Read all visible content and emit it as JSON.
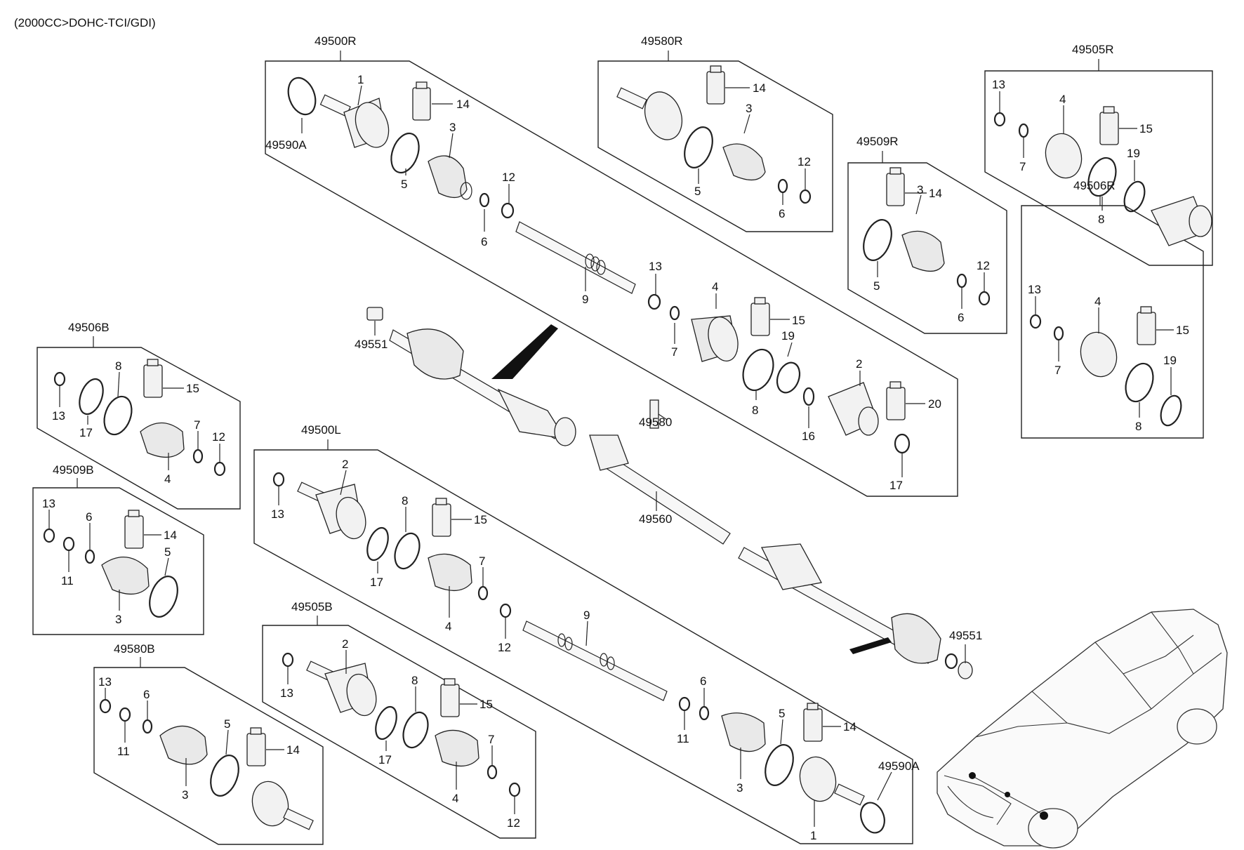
{
  "header": {
    "engine_spec": "(2000CC>DOHC-TCI/GDI)"
  },
  "assemblies": [
    {
      "code": "49500R"
    },
    {
      "code": "49580R"
    },
    {
      "code": "49505R"
    },
    {
      "code": "49509R"
    },
    {
      "code": "49506R"
    },
    {
      "code": "49506B"
    },
    {
      "code": "49509B"
    },
    {
      "code": "49580B"
    },
    {
      "code": "49500L"
    },
    {
      "code": "49505B"
    }
  ],
  "part_callouts": [
    "1",
    "49590A",
    "14",
    "3",
    "5",
    "12",
    "6",
    "9",
    "13",
    "4",
    "15",
    "7",
    "19",
    "8",
    "2",
    "20",
    "16",
    "17",
    "14",
    "3",
    "5",
    "12",
    "6",
    "13",
    "4",
    "15",
    "7",
    "19",
    "8",
    "14",
    "3",
    "5",
    "12",
    "6",
    "13",
    "4",
    "15",
    "7",
    "19",
    "8",
    "8",
    "15",
    "13",
    "17",
    "7",
    "12",
    "4",
    "13",
    "6",
    "14",
    "5",
    "11",
    "3",
    "13",
    "6",
    "5",
    "14",
    "11",
    "3",
    "2",
    "13",
    "8",
    "15",
    "17",
    "7",
    "4",
    "12",
    "9",
    "2",
    "13",
    "8",
    "15",
    "17",
    "7",
    "4",
    "12",
    "6",
    "5",
    "14",
    "11",
    "3",
    "49590A",
    "1"
  ],
  "loose_parts": [
    {
      "code": "49551"
    },
    {
      "code": "49580"
    },
    {
      "code": "49560"
    },
    {
      "code": "49551"
    }
  ],
  "icons": [
    "drive-shaft-icon",
    "vehicle-location-icon"
  ]
}
